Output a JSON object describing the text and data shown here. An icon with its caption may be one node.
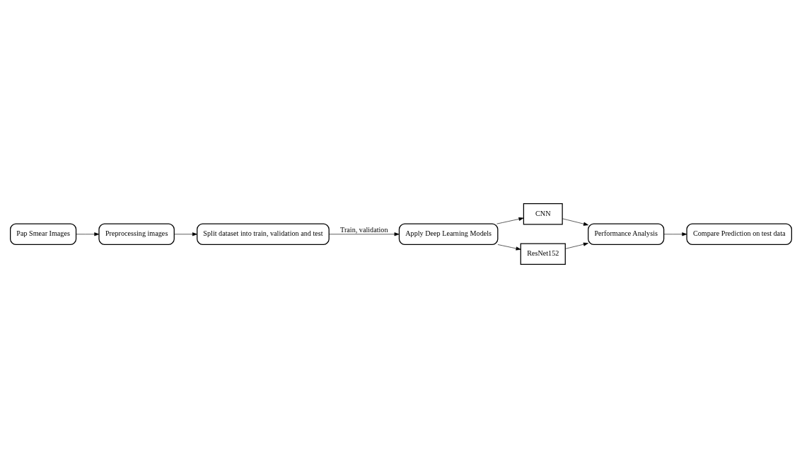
{
  "diagram": {
    "nodes": [
      {
        "text": [
          "Pap Smear Images"
        ]
      },
      {
        "text": [
          "Preprocessing images"
        ]
      },
      {
        "text": [
          "Split dataset into train, validation and test"
        ]
      },
      {
        "text": [
          "Apply Deep Learning Models"
        ]
      },
      {
        "text": [
          "CNN"
        ]
      },
      {
        "text": [
          "ResNet152"
        ]
      },
      {
        "text": [
          "Performance Analysis"
        ]
      },
      {
        "text": [
          "Compare Prediction on test data"
        ]
      }
    ],
    "edges": [
      {
        "from": 0,
        "to": 1,
        "arrow": "to"
      },
      {
        "from": 1,
        "to": 2,
        "arrow": "to"
      },
      {
        "from": 2,
        "to": 3,
        "arrow": "to",
        "label": "Train, validation"
      },
      {
        "from": 3,
        "to": 4,
        "arrow": "to"
      },
      {
        "from": 3,
        "to": 5,
        "arrow": "to"
      },
      {
        "from": 4,
        "to": 6,
        "arrow": "to"
      },
      {
        "from": 5,
        "to": 6,
        "arrow": "to"
      },
      {
        "from": 6,
        "to": 7,
        "arrow": "to"
      }
    ]
  }
}
